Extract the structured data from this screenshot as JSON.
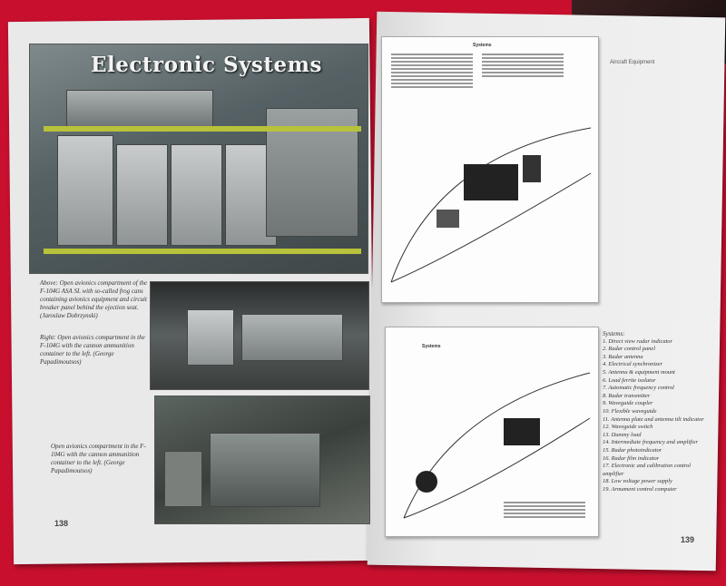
{
  "left_page": {
    "heading": "Electronic Systems",
    "page_number": "138",
    "caption_above": "Above: Open avionics compartment of the F-104G ASA SL with so-called frog cans containing avionics equipment and circuit breaker panel behind the ejection seat. (Jaroslaw Dobrzynski)",
    "caption_right": "Right: Open avionics compartment in the F-104G with the cannon ammunition container to the left. (George Papadimoutsos)",
    "caption_lower": "Open avionics compartment in the F-104G with the cannon ammunition container to the left. (George Papadimoutsos)"
  },
  "right_page": {
    "page_number": "139",
    "header": "Aircraft Equipment",
    "diagram_top_title": "Systems",
    "diagram_bottom_title": "Systems",
    "legend_title": "Systems:",
    "legend_items": [
      "1.  Direct view radar indicator",
      "2.  Radar control panel",
      "3.  Radar antenna",
      "4.  Electrical synchronizer",
      "5.  Antenna & equipment mount",
      "6.  Load ferrite isolator",
      "7.  Automatic frequency control",
      "8.  Radar transmitter",
      "9.  Waveguide coupler",
      "10. Flexible waveguide",
      "11. Antenna plate and antenna tilt indicator",
      "12. Waveguide switch",
      "13. Dummy load",
      "14. Intermediate frequency and amplifier",
      "15. Radar photoindicator",
      "16. Radar film indicator",
      "17. Electronic and calibration control amplifier",
      "18. Low voltage power supply",
      "19. Armament control computer"
    ]
  },
  "colors": {
    "background": "#c8102e",
    "page": "#ececec"
  }
}
